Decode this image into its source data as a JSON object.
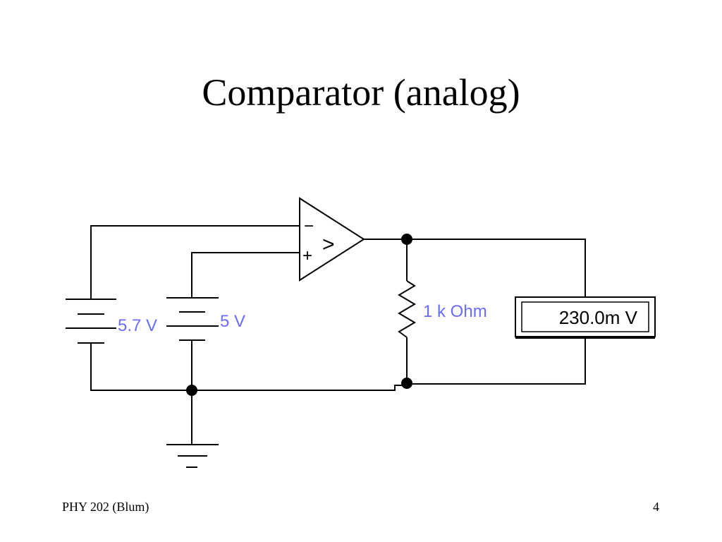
{
  "slide": {
    "title": "Comparator (analog)",
    "footer_left": "PHY 202 (Blum)",
    "page_number": "4"
  },
  "circuit": {
    "battery1_label": "5.7 V",
    "battery2_label": "5 V",
    "resistor_label": "1 k Ohm",
    "voltmeter_reading": "230.0m V",
    "opamp_minus_symbol": "−",
    "opamp_plus_symbol": "+",
    "opamp_gt_symbol": ">",
    "label_color": "#6b6bff"
  }
}
